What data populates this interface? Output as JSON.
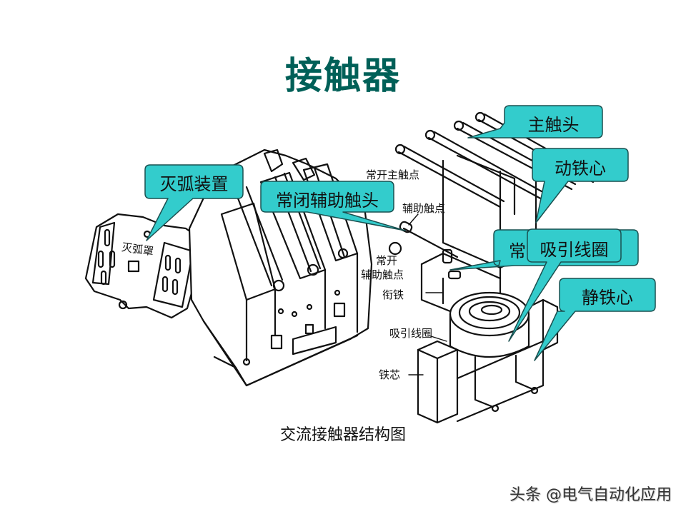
{
  "title": "接触器",
  "caption": "交流接触器结构图",
  "watermark": "头条 @电气自动化应用",
  "colors": {
    "title": "#006058",
    "callout_fill": "#33CCCC",
    "callout_stroke": "#1a5050"
  },
  "diagram_labels": {
    "arc_chute": "灭弧罩",
    "no_main_contact": "常开主触点",
    "aux_contact": "辅助触点",
    "no_line1": "常开",
    "no_line2": "辅助触点",
    "armature": "衔铁",
    "coil": "吸引线圈",
    "core": "铁芯"
  },
  "callouts": [
    {
      "id": "arc-device",
      "text": "灭弧装置"
    },
    {
      "id": "nc-aux-contact",
      "text": "常闭辅助触头"
    },
    {
      "id": "main-contact",
      "text": "主触头"
    },
    {
      "id": "moving-core",
      "text": "动铁心"
    },
    {
      "id": "no-aux-contact-partial",
      "text": "常"
    },
    {
      "id": "coil",
      "text": "吸引线圈"
    },
    {
      "id": "static-core",
      "text": "静铁心"
    }
  ]
}
